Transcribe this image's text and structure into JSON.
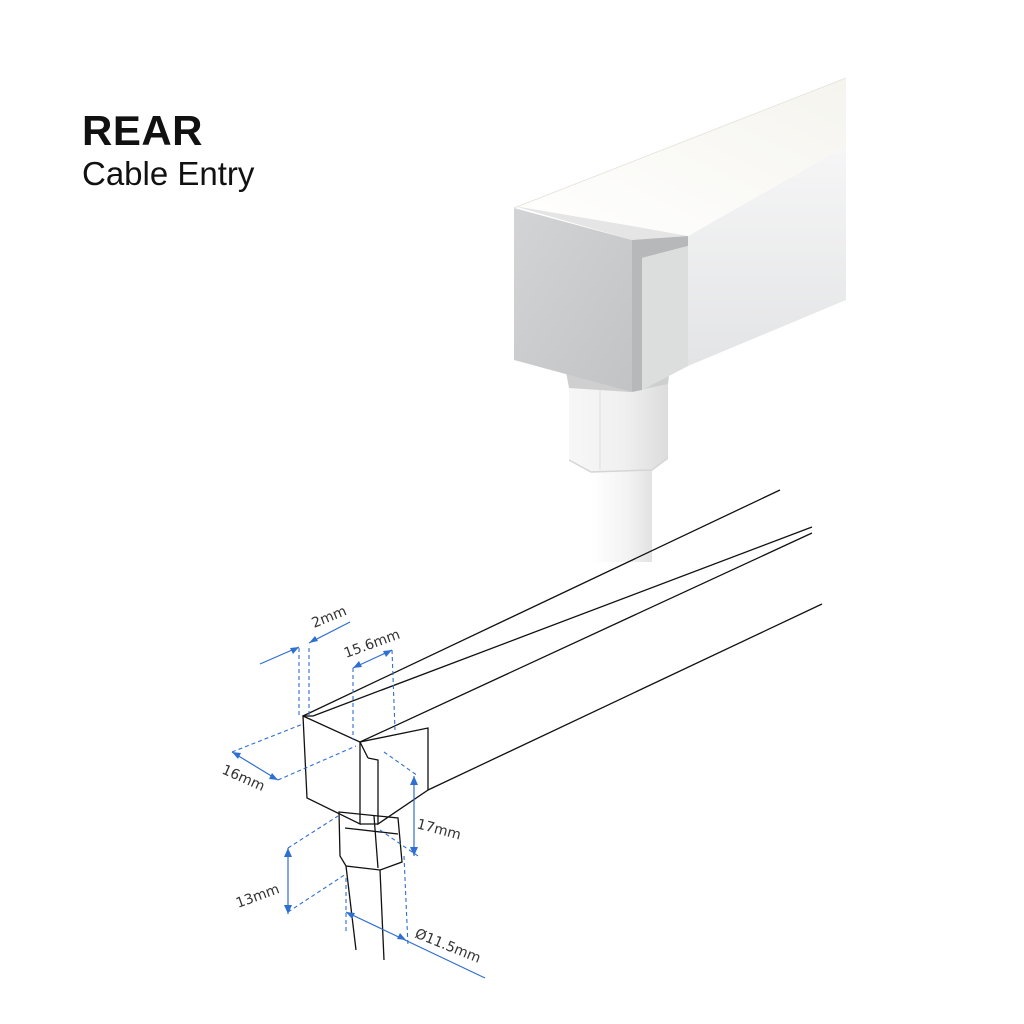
{
  "header": {
    "title": "REAR",
    "subtitle": "Cable Entry"
  },
  "dimensions": {
    "cap_thickness": "2mm",
    "profile_width": "15.6mm",
    "cap_depth": "16mm",
    "profile_height": "17mm",
    "gland_height": "13mm",
    "cable_diameter": "Ø11.5mm"
  },
  "colors": {
    "dimension_line": "#2f6fd1",
    "outline": "#111111",
    "end_cap_face": "#c9cacb",
    "end_cap_side": "#b3b4b5",
    "profile_side": "#eeeff0",
    "diffuser_top": "#fbfbf8",
    "cable": "#f2f2f2"
  }
}
